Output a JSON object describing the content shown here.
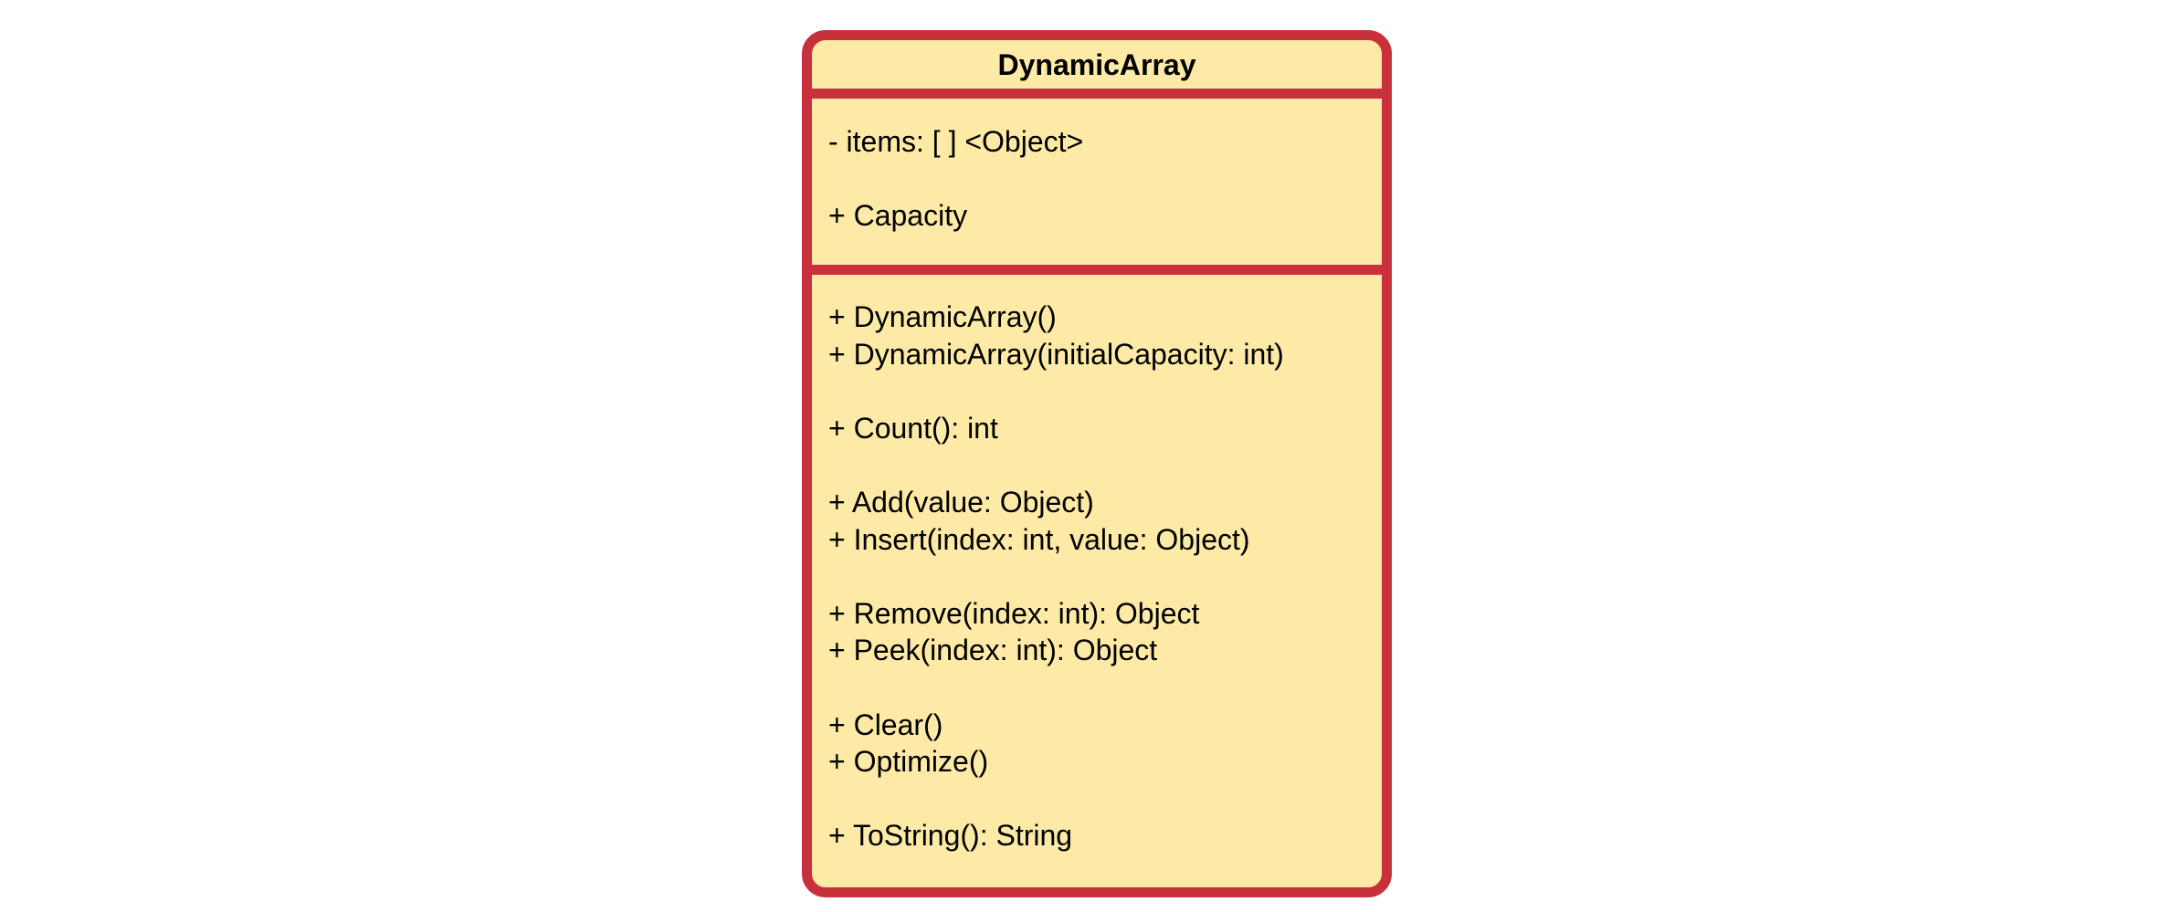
{
  "class": {
    "name": "DynamicArray",
    "attributes": [
      "- items: [ ] <Object>",
      "",
      "+ Capacity"
    ],
    "methods": [
      "+ DynamicArray()",
      "+ DynamicArray(initialCapacity: int)",
      "",
      "+ Count(): int",
      "",
      "+ Add(value: Object)",
      "+ Insert(index: int, value: Object)",
      "",
      "+ Remove(index: int): Object",
      "+ Peek(index: int): Object",
      "",
      "+ Clear()",
      "+ Optimize()",
      "",
      "+ ToString(): String"
    ]
  },
  "colors": {
    "border": "#c8303c",
    "fill": "#fdeaa7",
    "text": "#000000"
  }
}
